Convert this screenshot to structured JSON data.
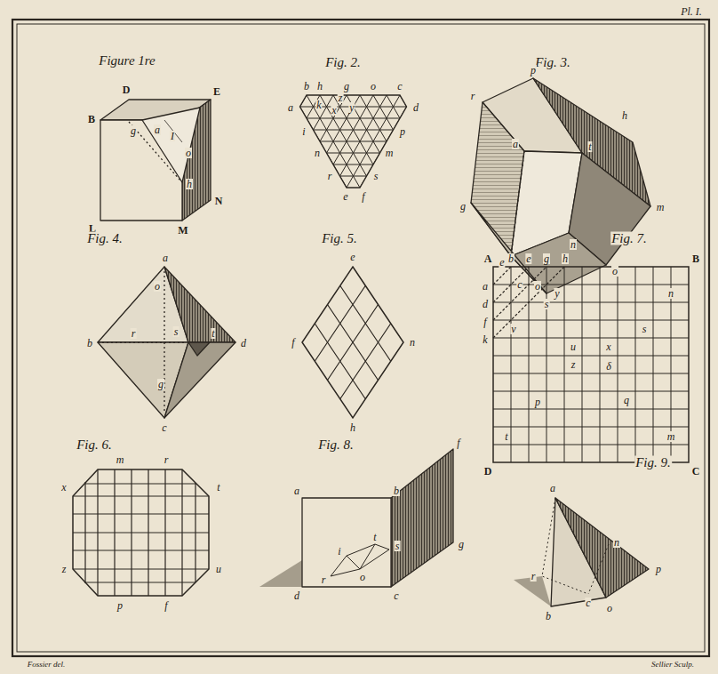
{
  "diagram": {
    "labels": [
      "Pl. I.",
      "Figure 1re",
      "D",
      "E",
      "B",
      "g",
      "a",
      "I",
      "o",
      "h",
      "N",
      "L",
      "M",
      "Fig. 2.",
      "b",
      "h",
      "g",
      "o",
      "c",
      "a",
      "k",
      "z",
      "x",
      "y",
      "d",
      "i",
      "p",
      "n",
      "m",
      "r",
      "s",
      "e",
      "f",
      "Fig. 3.",
      "p",
      "r",
      "h",
      "a",
      "t",
      "g",
      "m",
      "n",
      "e",
      "o",
      "s",
      "Fig. 4.",
      "a",
      "o",
      "b",
      "r",
      "s",
      "t",
      "d",
      "g",
      "c",
      "Fig. 5.",
      "e",
      "f",
      "n",
      "h",
      "Fig. 7.",
      "A",
      "b",
      "e",
      "g",
      "h",
      "B",
      "a",
      "d",
      "f",
      "k",
      "c",
      "o",
      "y",
      "n",
      "s",
      "v",
      "u",
      "x",
      "z",
      "δ",
      "p",
      "q",
      "t",
      "m",
      "D",
      "C",
      "Fig. 6.",
      "m",
      "r",
      "x",
      "t",
      "z",
      "u",
      "p",
      "f",
      "Fig. 8.",
      "a",
      "b",
      "f",
      "i",
      "t",
      "s",
      "r",
      "o",
      "g",
      "d",
      "c",
      "Fig. 9.",
      "a",
      "n",
      "p",
      "r",
      "c",
      "o",
      "b",
      "Fossier del.",
      "Sellier Sculp."
    ]
  }
}
